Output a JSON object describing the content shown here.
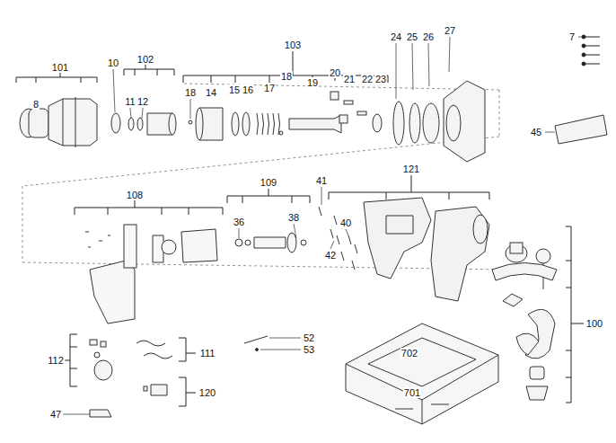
{
  "diagram": {
    "labels": [
      "101",
      "10",
      "102",
      "103",
      "24",
      "25",
      "26",
      "27",
      "7",
      "8",
      "11",
      "12",
      "18",
      "14",
      "15",
      "16",
      "17",
      "18",
      "19",
      "20",
      "21",
      "22",
      "23",
      "45",
      "108",
      "109",
      "41",
      "121",
      "36",
      "38",
      "40",
      "42",
      "100",
      "112",
      "111",
      "52",
      "53",
      "702",
      "120",
      "701",
      "47"
    ]
  }
}
